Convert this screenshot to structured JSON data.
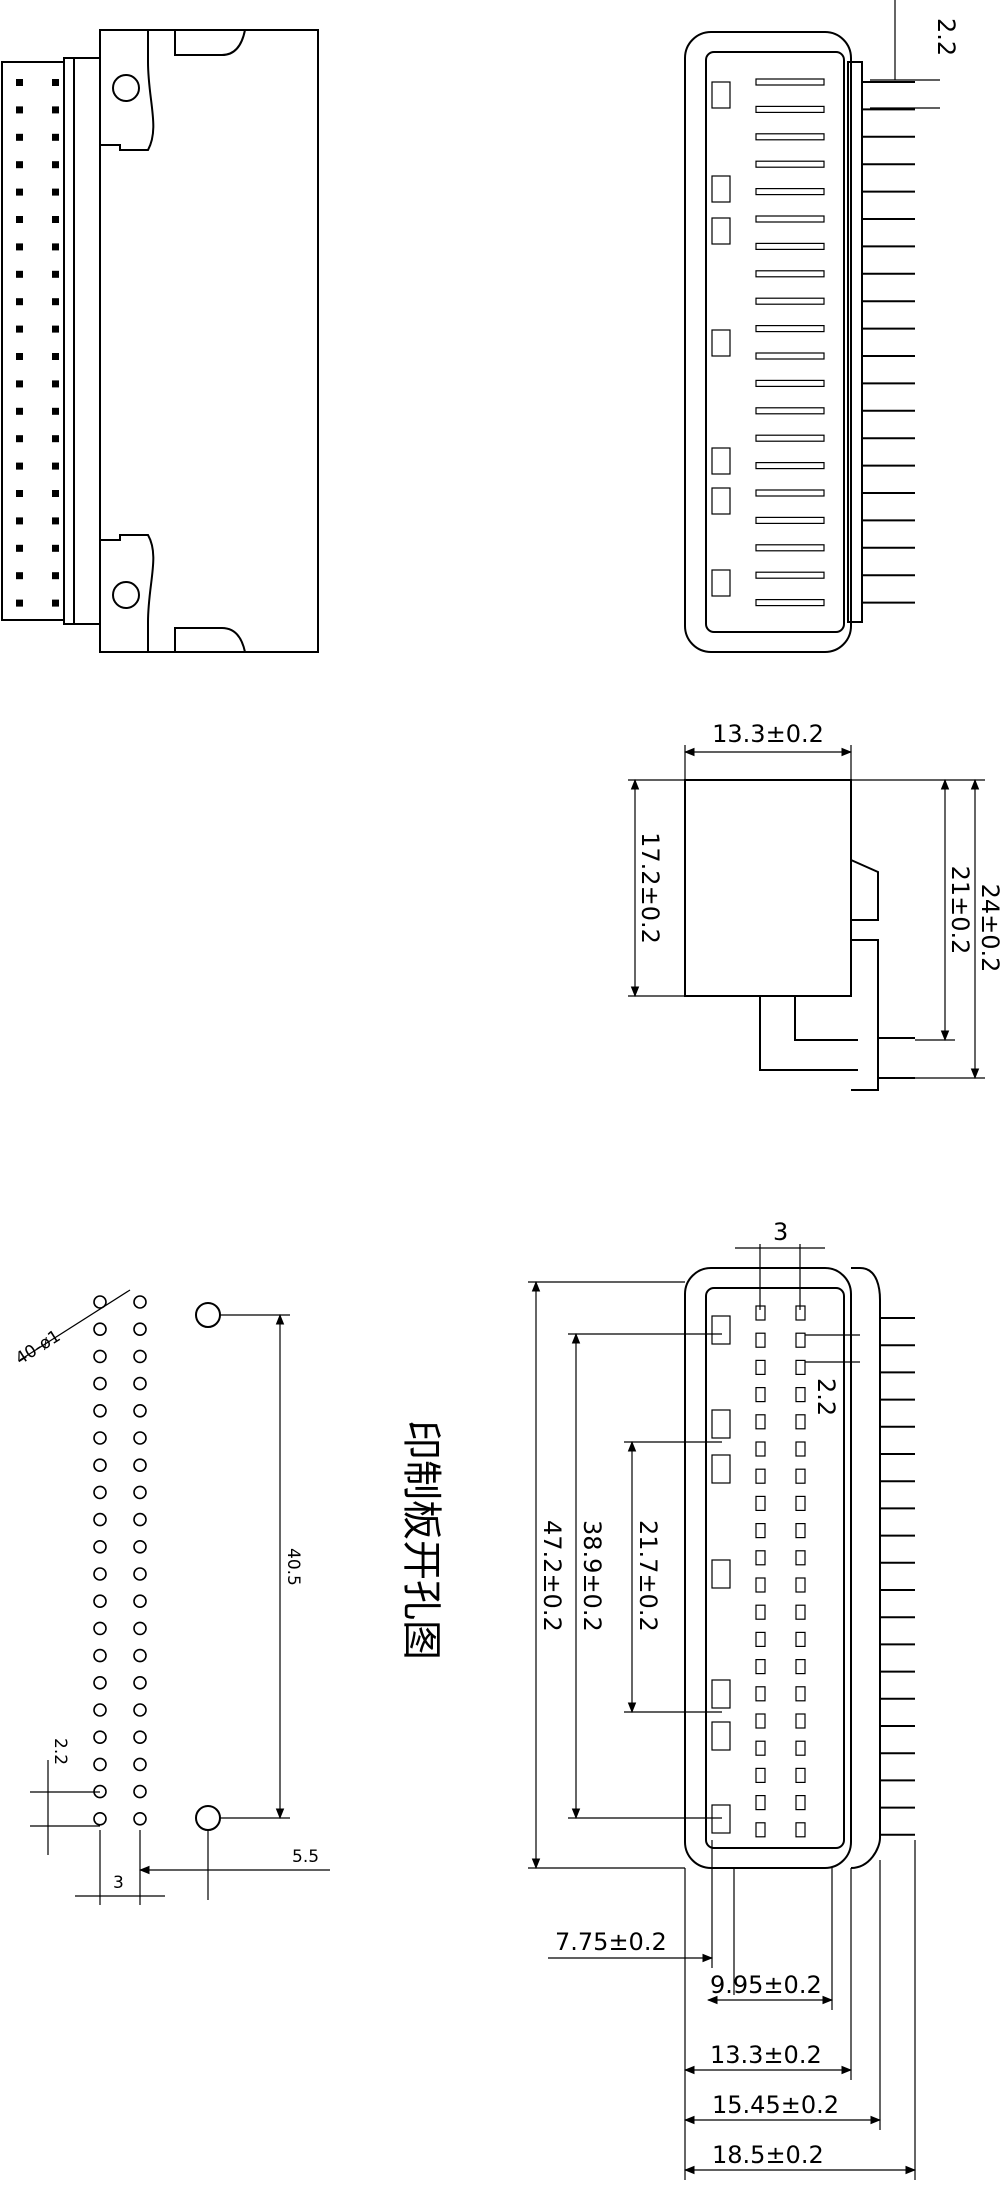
{
  "colors": {
    "line": "#000000",
    "background": "#ffffff"
  },
  "drawing_title": "印制板开孔图",
  "views": {
    "top_right": {
      "pin_pitch_label": "2.2"
    },
    "side": {
      "width_label": "13.3±0.2",
      "body_height_label": "17.2±0.2",
      "pin_height_label": "21±0.2",
      "total_height_label": "24±0.2"
    },
    "pcb_layout": {
      "hole_label": "40-ø1",
      "span_label": "40.5",
      "pitch_label": "2.2",
      "row_gap_label": "3",
      "offset_label": "5.5"
    },
    "front": {
      "top_pitch_label": "3",
      "pin_pitch_label": "2.2",
      "dim_21_7": "21.7±0.2",
      "dim_38_9": "38.9±0.2",
      "dim_47_2": "47.2±0.2",
      "dim_7_75": "7.75±0.2",
      "dim_9_95": "9.95±0.2",
      "dim_13_3": "13.3±0.2",
      "dim_15_45": "15.45±0.2",
      "dim_18_5": "18.5±0.2"
    }
  }
}
